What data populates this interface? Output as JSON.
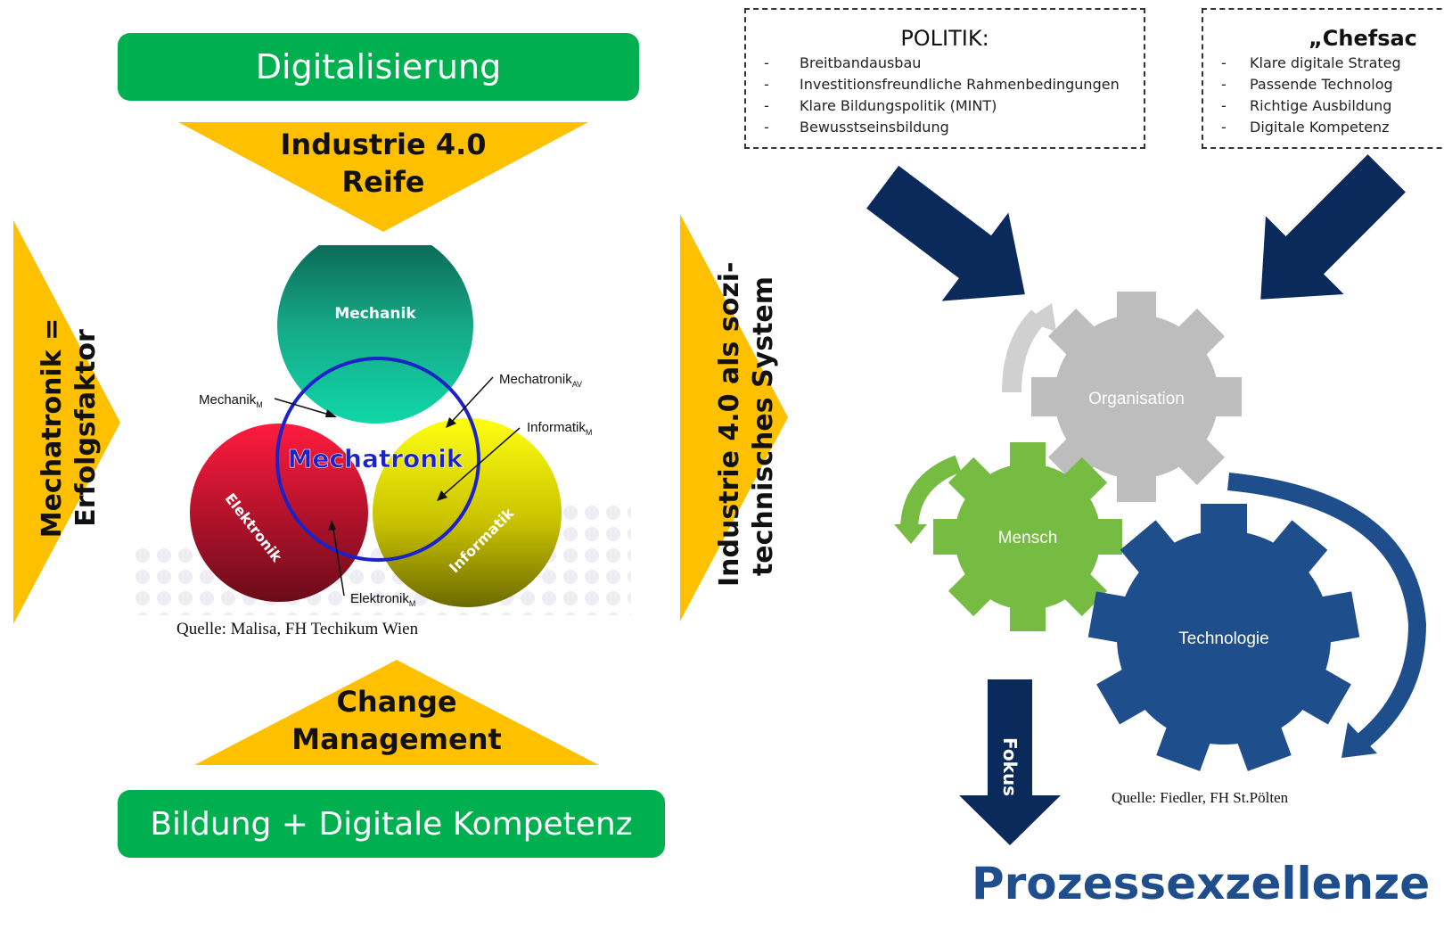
{
  "left": {
    "top_bar": "Digitalisierung",
    "top_triangle": [
      "Industrie 4.0",
      "Reife"
    ],
    "left_triangle": [
      "Mechatronik =",
      "Erfolgsfaktor"
    ],
    "right_triangle": [
      "Industrie 4.0 als sozi-",
      "technisches System"
    ],
    "bottom_triangle": [
      "Change",
      "Management"
    ],
    "bottom_bar": "Bildung + Digitale Kompetenz",
    "venn": {
      "circles": [
        "Mechanik",
        "Mechatronik",
        "Elektronik",
        "Informatik"
      ],
      "labels": {
        "mechanik_m": "Mechanik",
        "mechatronik_av": "Mechatronik",
        "informatik_m": "Informatik",
        "elektronik_m": "Elektronik",
        "sub_m": "M",
        "sub_av": "AV"
      },
      "source": "Quelle: Malisa, FH Techikum Wien"
    }
  },
  "right": {
    "politik": {
      "title": "POLITIK:",
      "items": [
        "Breitbandausbau",
        "Investitionsfreundliche Rahmenbedingungen",
        "Klare Bildungspolitik (MINT)",
        "Bewusstseinsbildung"
      ]
    },
    "chefsache": {
      "title": "„Chefsac",
      "items": [
        "Klare digitale Strateg",
        "Passende Technolog",
        "Richtige Ausbildung",
        "Digitale Kompetenz"
      ]
    },
    "gears": [
      "Organisation",
      "Mensch",
      "Technologie"
    ],
    "fokus": "Fokus",
    "source": "Quelle: Fiedler, FH St.Pölten",
    "result": "Prozessexzellenze"
  },
  "colors": {
    "green": "#00b050",
    "gold": "#ffc000",
    "navy": "#0b2a5c",
    "blue_dark": "#1f4e8c",
    "gear_gray": "#bdbdbd",
    "gear_green": "#76bb42",
    "gear_blue": "#1f4e8c"
  }
}
